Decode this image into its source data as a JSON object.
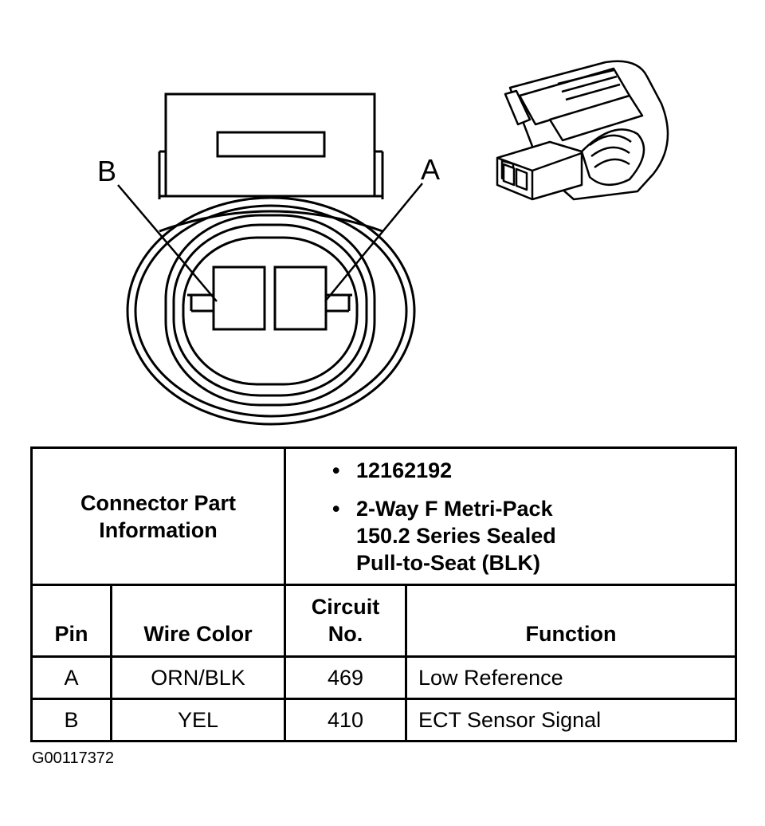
{
  "callouts": {
    "pin_b": "B",
    "pin_a": "A"
  },
  "connector_info": {
    "label": "Connector Part Information",
    "parts": [
      "12162192",
      "2-Way F Metri-Pack 150.2 Series Sealed Pull-to-Seat (BLK)"
    ]
  },
  "pin_table": {
    "headers": {
      "pin": "Pin",
      "wire_color": "Wire Color",
      "circuit": "Circuit No.",
      "function": "Function"
    },
    "rows": [
      {
        "pin": "A",
        "wire_color": "ORN/BLK",
        "circuit": "469",
        "function": "Low Reference"
      },
      {
        "pin": "B",
        "wire_color": "YEL",
        "circuit": "410",
        "function": "ECT Sensor Signal"
      }
    ]
  },
  "figure_id": "G00117372"
}
